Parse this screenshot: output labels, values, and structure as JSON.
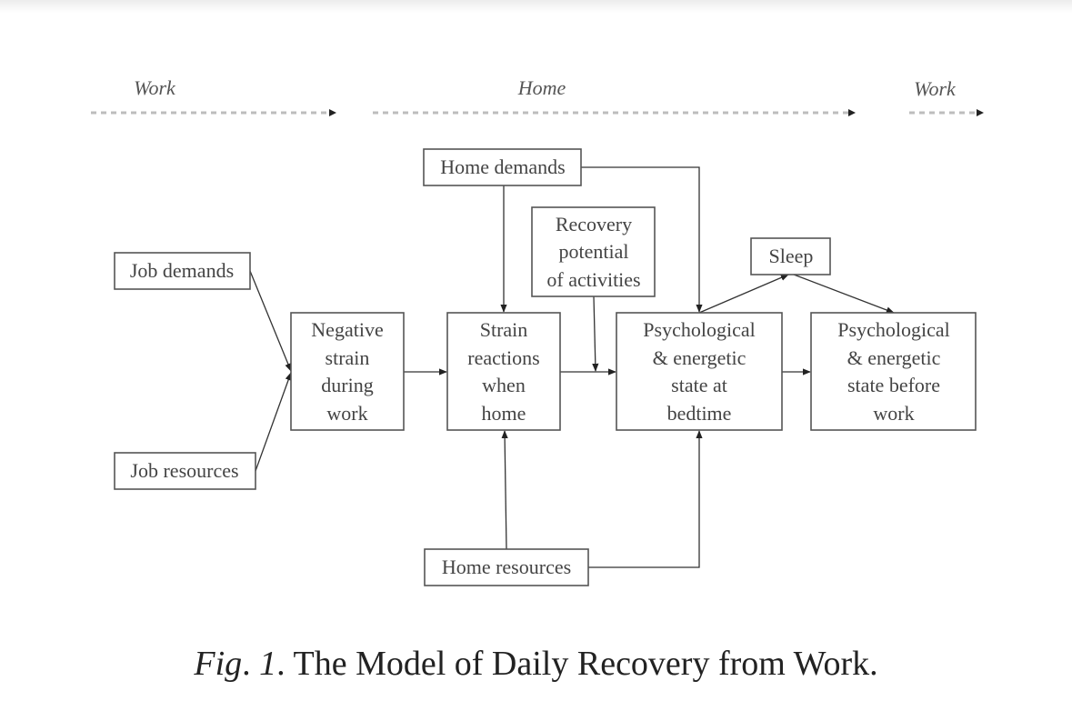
{
  "phases": [
    {
      "id": "work1",
      "label": "Work"
    },
    {
      "id": "home",
      "label": "Home"
    },
    {
      "id": "work2",
      "label": "Work"
    }
  ],
  "nodes": {
    "job_demands": {
      "lines": [
        "Job demands"
      ]
    },
    "job_resources": {
      "lines": [
        "Job resources"
      ]
    },
    "negative_strain": {
      "lines": [
        "Negative",
        "strain",
        "during",
        "work"
      ]
    },
    "strain_reactions": {
      "lines": [
        "Strain",
        "reactions",
        "when",
        "home"
      ]
    },
    "home_demands": {
      "lines": [
        "Home demands"
      ]
    },
    "recovery_potential": {
      "lines": [
        "Recovery",
        "potential",
        "of activities"
      ]
    },
    "psych_bedtime": {
      "lines": [
        "Psychological",
        "& energetic",
        "state at",
        "bedtime"
      ]
    },
    "sleep": {
      "lines": [
        "Sleep"
      ]
    },
    "psych_before_work": {
      "lines": [
        "Psychological",
        "& energetic",
        "state before",
        "work"
      ]
    },
    "home_resources": {
      "lines": [
        "Home resources"
      ]
    }
  },
  "edges": [
    {
      "from": "job_demands",
      "to": "negative_strain"
    },
    {
      "from": "job_resources",
      "to": "negative_strain"
    },
    {
      "from": "negative_strain",
      "to": "strain_reactions"
    },
    {
      "from": "home_demands",
      "to": "strain_reactions"
    },
    {
      "from": "home_demands",
      "to": "psych_bedtime"
    },
    {
      "from": "strain_reactions",
      "to": "psych_bedtime"
    },
    {
      "from": "recovery_potential",
      "to": "strain_reactions->psych_bedtime"
    },
    {
      "from": "psych_bedtime",
      "to": "sleep"
    },
    {
      "from": "sleep",
      "to": "psych_before_work"
    },
    {
      "from": "psych_bedtime",
      "to": "psych_before_work"
    },
    {
      "from": "home_resources",
      "to": "strain_reactions"
    },
    {
      "from": "home_resources",
      "to": "psych_bedtime"
    }
  ],
  "caption": {
    "prefix": "Fig",
    "number": "1",
    "text": "The Model of Daily Recovery from Work."
  }
}
